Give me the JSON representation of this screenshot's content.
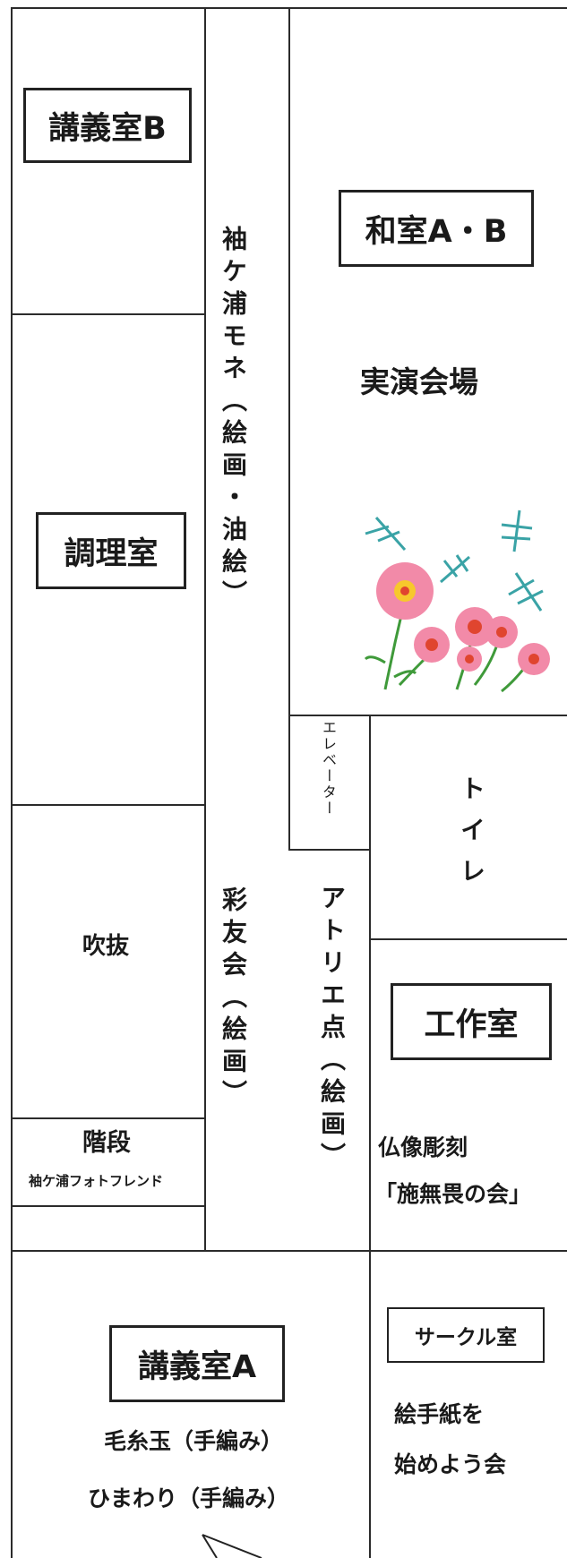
{
  "rooms": {
    "lecture_b": "講義室B",
    "cooking": "調理室",
    "atrium": "吹抜",
    "stairs": "階段",
    "stairs_group": "袖ケ浦フォトフレンド",
    "corridor_group_1": "袖ケ浦モネ（絵画・油絵）",
    "corridor_group_2": "彩友会（絵画）",
    "washitsu": "和室A・B",
    "demo_venue": "実演会場",
    "elevator": "エレベーター",
    "atelier": "アトリエ点（絵画）",
    "toilet": "トイレ",
    "workshop": "工作室",
    "workshop_group_1": "仏像彫刻",
    "workshop_group_2": "「施無畏の会」",
    "lecture_a": "講義室A",
    "lecture_a_group_1": "毛糸玉（手編み）",
    "lecture_a_group_2": "ひまわり（手編み）",
    "circle_room": "サークル室",
    "circle_group_1": "絵手紙を",
    "circle_group_2": "始めよう会"
  }
}
